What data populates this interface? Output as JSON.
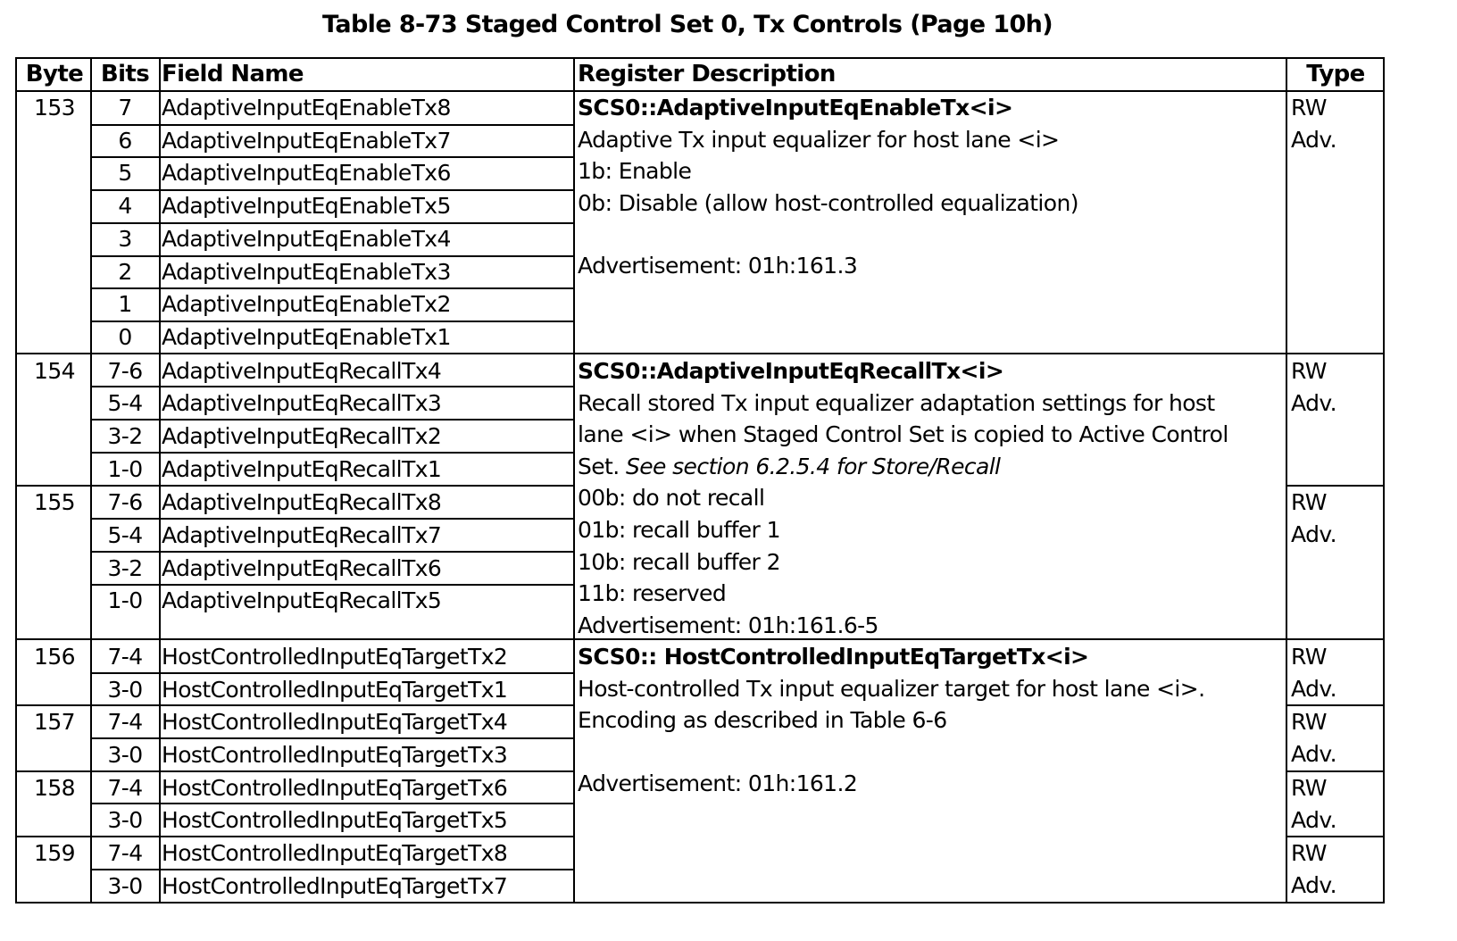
{
  "title": "Table 8-73 Staged Control Set 0, Tx Controls (Page 10h)",
  "headers": {
    "byte": "Byte",
    "bits": "Bits",
    "field": "Field Name",
    "desc": "Register Description",
    "type": "Type"
  },
  "bytes": [
    "153",
    "154",
    "155",
    "156",
    "157",
    "158",
    "159"
  ],
  "rows": [
    {
      "bits": "7",
      "field": "AdaptiveInputEqEnableTx8"
    },
    {
      "bits": "6",
      "field": "AdaptiveInputEqEnableTx7"
    },
    {
      "bits": "5",
      "field": "AdaptiveInputEqEnableTx6"
    },
    {
      "bits": "4",
      "field": "AdaptiveInputEqEnableTx5"
    },
    {
      "bits": "3",
      "field": "AdaptiveInputEqEnableTx4"
    },
    {
      "bits": "2",
      "field": "AdaptiveInputEqEnableTx3"
    },
    {
      "bits": "1",
      "field": "AdaptiveInputEqEnableTx2"
    },
    {
      "bits": "0",
      "field": "AdaptiveInputEqEnableTx1"
    },
    {
      "bits": "7-6",
      "field": "AdaptiveInputEqRecallTx4"
    },
    {
      "bits": "5-4",
      "field": "AdaptiveInputEqRecallTx3"
    },
    {
      "bits": "3-2",
      "field": "AdaptiveInputEqRecallTx2"
    },
    {
      "bits": "1-0",
      "field": "AdaptiveInputEqRecallTx1"
    },
    {
      "bits": "7-6",
      "field": "AdaptiveInputEqRecallTx8"
    },
    {
      "bits": "5-4",
      "field": "AdaptiveInputEqRecallTx7"
    },
    {
      "bits": "3-2",
      "field": "AdaptiveInputEqRecallTx6"
    },
    {
      "bits": "1-0",
      "field": "AdaptiveInputEqRecallTx5"
    },
    {
      "bits": "7-4",
      "field": "HostControlledInputEqTargetTx2"
    },
    {
      "bits": "3-0",
      "field": "HostControlledInputEqTargetTx1"
    },
    {
      "bits": "7-4",
      "field": "HostControlledInputEqTargetTx4"
    },
    {
      "bits": "3-0",
      "field": "HostControlledInputEqTargetTx3"
    },
    {
      "bits": "7-4",
      "field": "HostControlledInputEqTargetTx6"
    },
    {
      "bits": "3-0",
      "field": "HostControlledInputEqTargetTx5"
    },
    {
      "bits": "7-4",
      "field": "HostControlledInputEqTargetTx8"
    },
    {
      "bits": "3-0",
      "field": "HostControlledInputEqTargetTx7"
    }
  ],
  "descriptions": {
    "enable": {
      "name": "SCS0::AdaptiveInputEqEnableTx<i>",
      "line1": "Adaptive Tx input equalizer for host lane <i>",
      "line2": "1b: Enable",
      "line3": "0b: Disable (allow host-controlled equalization)",
      "adv": "Advertisement: 01h:161.3"
    },
    "recall": {
      "name": "SCS0::AdaptiveInputEqRecallTx<i>",
      "line1": "Recall stored Tx input equalizer adaptation settings for host",
      "line2": "lane <i> when Staged Control Set is copied to Active Control",
      "line3a": "Set. ",
      "line3b": "See section 6.2.5.4 for Store/Recall",
      "enc0": "00b: do not recall",
      "enc1": "01b: recall buffer 1",
      "enc2": "10b: recall buffer 2",
      "enc3": "11b: reserved",
      "adv": "Advertisement: 01h:161.6-5"
    },
    "target": {
      "name": "SCS0:: HostControlledInputEqTargetTx<i>",
      "line1": "Host-controlled Tx input equalizer target for host lane <i>.",
      "line2": "Encoding as described in Table 6-6",
      "adv": "Advertisement: 01h:161.2"
    }
  },
  "types": {
    "rw": "RW",
    "adv": "Adv."
  }
}
